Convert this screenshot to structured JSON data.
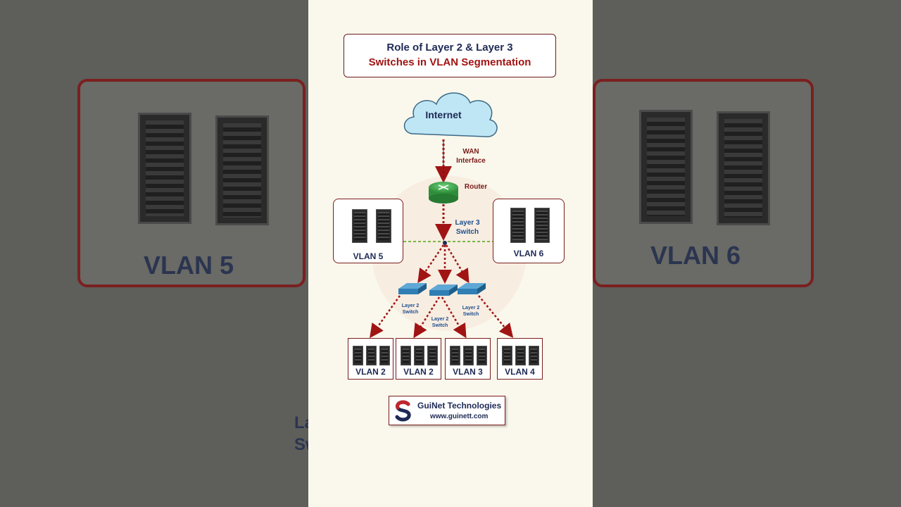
{
  "title": {
    "line1": "Role of Layer 2 & Layer 3",
    "line2": "Switches in VLAN Segmentation"
  },
  "nodes": {
    "internet": "Internet",
    "wan": "WAN\nInterface",
    "router": "Router",
    "l3_switch": "Layer 3\nSwitch",
    "vlan5": "VLAN 5",
    "vlan6": "VLAN 6",
    "l2_switch_a": "Layer 2\nSwitch",
    "l2_switch_b": "Layer 2\nSwitch",
    "l2_switch_c": "Layer 2\nSwitch",
    "vlan_bottom": [
      "VLAN 2",
      "VLAN 2",
      "VLAN 3",
      "VLAN 4"
    ]
  },
  "background": {
    "left_label": "VLAN 5",
    "right_label": "VLAN 6",
    "left_partial": "La\nSw"
  },
  "brand": {
    "name_a": "GuiNet",
    "name_b": " Technologies",
    "url": "www.guinett.com"
  },
  "colors": {
    "navy": "#1e2a55",
    "red": "#a01414",
    "cloud": "#bfe6f5",
    "router": "#3fae4a",
    "switch": "#2f7fb5"
  },
  "icons": [
    "cloud-icon",
    "router-icon",
    "switch-icon",
    "server-rack-icon",
    "guinet-logo-icon"
  ]
}
